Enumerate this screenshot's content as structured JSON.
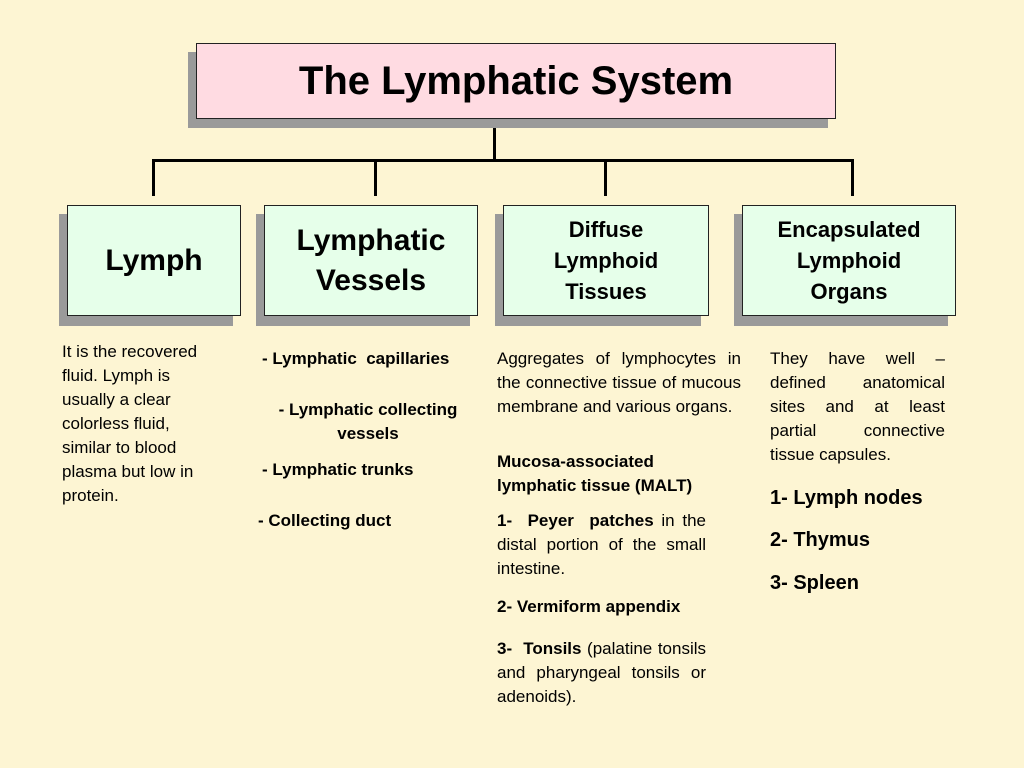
{
  "title": "The Lymphatic System",
  "categories": [
    {
      "label_lines": [
        "Lymph"
      ]
    },
    {
      "label_lines": [
        "Lymphatic",
        "Vessels"
      ]
    },
    {
      "label_lines": [
        "Diffuse",
        "Lymphoid",
        "Tissues"
      ]
    },
    {
      "label_lines": [
        "Encapsulated",
        "Lymphoid",
        "Organs"
      ]
    }
  ],
  "lymph": {
    "description_lines": [
      "It is the recovered",
      "fluid. Lymph is",
      "usually a clear",
      "colorless fluid,",
      "similar to blood",
      "plasma but low in",
      "protein."
    ]
  },
  "vessels": {
    "items": [
      "- Lymphatic  capillaries",
      "- Lymphatic collecting",
      "vessels",
      "- Lymphatic trunks",
      "- Collecting duct"
    ]
  },
  "diffuse": {
    "description": "Aggregates of lymphocytes in the connective tissue of mucous membrane and various organs.",
    "malt_heading_lines": [
      "Mucosa-associated",
      "lymphatic tissue (MALT)"
    ],
    "peyer_bold": "1-  Peyer  patches",
    "peyer_rest": " in the distal portion of the small intestine.",
    "appendix": "2- Vermiform appendix",
    "tonsils_bold": "3-  Tonsils",
    "tonsils_rest": " (palatine tonsils and pharyngeal tonsils or adenoids)."
  },
  "encapsulated": {
    "description": "They have well – defined anatomical sites and at least partial connective tissue capsules.",
    "organs": [
      "1- Lymph nodes",
      "2- Thymus",
      "3- Spleen"
    ]
  }
}
